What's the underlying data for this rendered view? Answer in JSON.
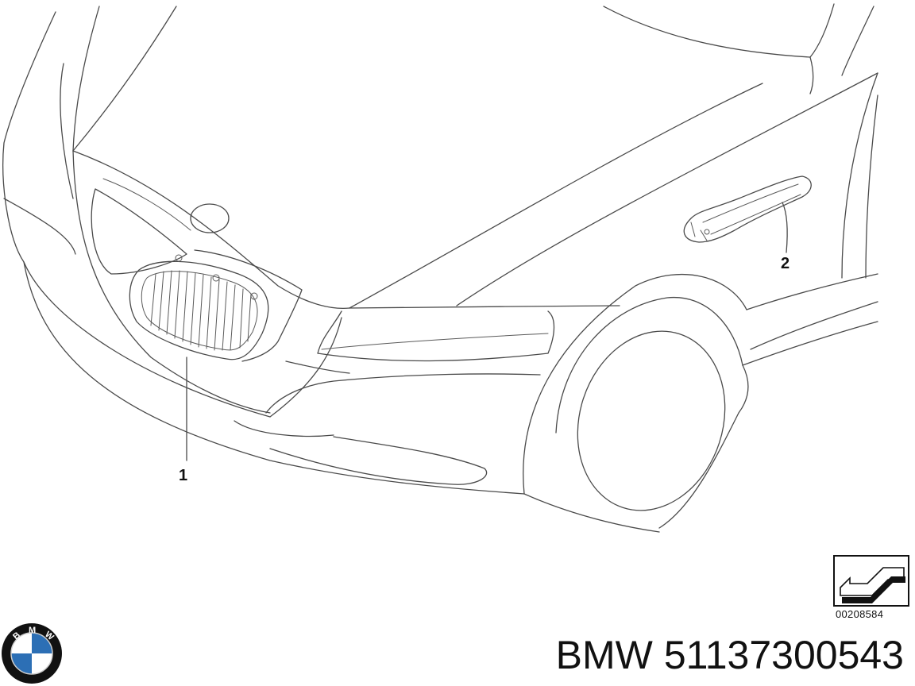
{
  "callouts": [
    {
      "id": "1",
      "label": "1"
    },
    {
      "id": "2",
      "label": "2"
    }
  ],
  "diagram_code": "00208584",
  "part": {
    "brand": "BMW",
    "number": "51137300543"
  },
  "logo": {
    "lettering": "BMW",
    "colors": {
      "ring": "#111111",
      "blue": "#2c6fb5",
      "white": "#ffffff"
    }
  },
  "icons": [
    "bmw-logo-icon",
    "view-direction-arrow-icon"
  ]
}
